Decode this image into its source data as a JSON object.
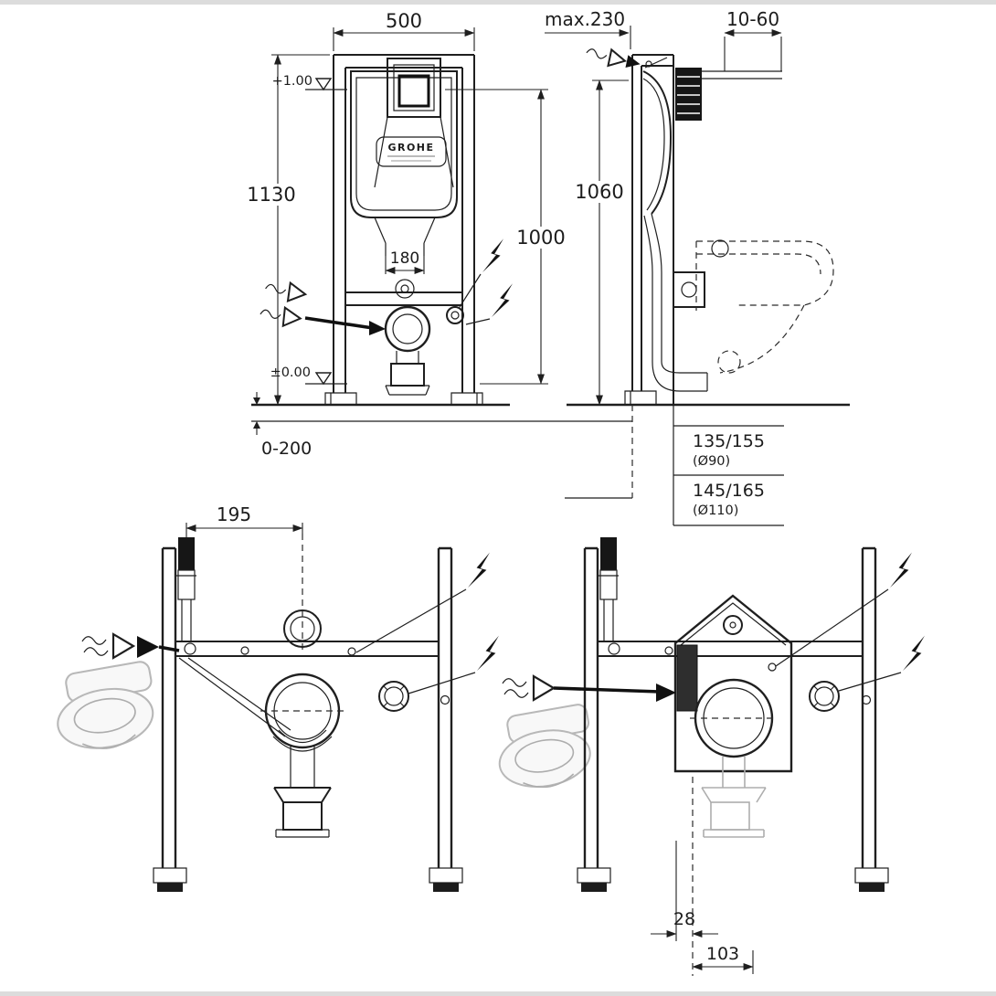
{
  "drawing": {
    "brand_label": "GROHE",
    "front_view": {
      "width": "500",
      "height": "1130",
      "upper_datum": "+1.00",
      "floor_datum": "±0.00",
      "flush_pipe_width": "180",
      "actuation_height": "1000",
      "floor_buildup": "0-200"
    },
    "side_view": {
      "max_depth": "max.230",
      "wall_clearance": "10-60",
      "height": "1060",
      "outlet_height_90": "135/155",
      "outlet_dia_90": "(Ø90)",
      "outlet_height_110": "145/165",
      "outlet_dia_110": "(Ø110)"
    },
    "lower_left_view": {
      "supply_offset": "195"
    },
    "lower_right_view": {
      "outlet_offset": "28",
      "outlet_distance": "103"
    }
  }
}
